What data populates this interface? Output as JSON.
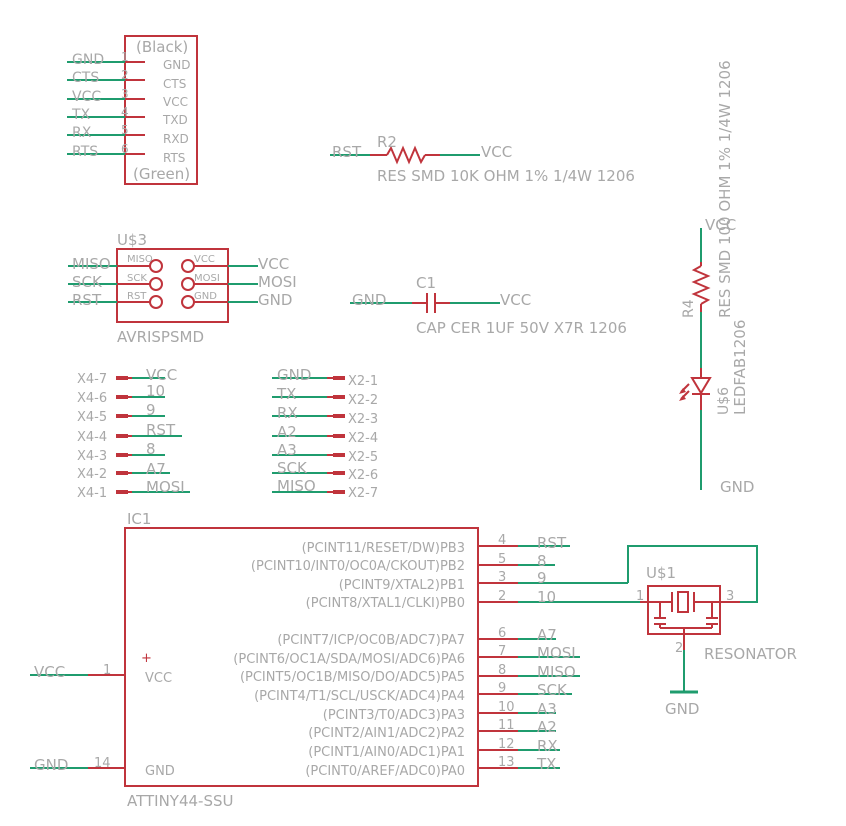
{
  "ftdi": {
    "top_label": "(Black)",
    "bottom_label": "(Green)",
    "pins": [
      {
        "net": "GND",
        "num": "1",
        "name": "GND"
      },
      {
        "net": "CTS",
        "num": "2",
        "name": "CTS"
      },
      {
        "net": "VCC",
        "num": "3",
        "name": "VCC"
      },
      {
        "net": "TX",
        "num": "4",
        "name": "TXD"
      },
      {
        "net": "RX",
        "num": "5",
        "name": "RXD"
      },
      {
        "net": "RTS",
        "num": "6",
        "name": "RTS"
      }
    ]
  },
  "r2": {
    "name": "R2",
    "value": "RES SMD 10K OHM 1% 1/4W 1206",
    "left_net": "RST",
    "right_net": "VCC"
  },
  "r4": {
    "name": "R4",
    "value": "RES SMD 100 OHM 1% 1/4W 1206",
    "top_net": "VCC"
  },
  "isp": {
    "name": "U$3",
    "value": "AVRISPSMD",
    "left_nets": [
      "MISO",
      "SCK",
      "RST"
    ],
    "right_nets": [
      "VCC",
      "MOSI",
      "GND"
    ],
    "left_pins": [
      "MISO",
      "SCK",
      "RST"
    ],
    "right_pins": [
      "VCC",
      "MOSI",
      "GND"
    ]
  },
  "c1": {
    "name": "C1",
    "value": "CAP CER 1UF 50V X7R 1206",
    "left_net": "GND",
    "right_net": "VCC"
  },
  "led": {
    "name": "U$6",
    "value": "LEDFAB1206",
    "bottom_net": "GND"
  },
  "x4": [
    {
      "label": "X4-7",
      "net": "VCC"
    },
    {
      "label": "X4-6",
      "net": "10"
    },
    {
      "label": "X4-5",
      "net": "9"
    },
    {
      "label": "X4-4",
      "net": "RST"
    },
    {
      "label": "X4-3",
      "net": "8"
    },
    {
      "label": "X4-2",
      "net": "A7"
    },
    {
      "label": "X4-1",
      "net": "MOSI"
    }
  ],
  "x2": [
    {
      "label": "X2-1",
      "net": "GND"
    },
    {
      "label": "X2-2",
      "net": "TX"
    },
    {
      "label": "X2-3",
      "net": "RX"
    },
    {
      "label": "X2-4",
      "net": "A2"
    },
    {
      "label": "X2-5",
      "net": "A3"
    },
    {
      "label": "X2-6",
      "net": "SCK"
    },
    {
      "label": "X2-7",
      "net": "MISO"
    }
  ],
  "ic1": {
    "name": "IC1",
    "value": "ATTINY44-SSU",
    "vcc_pin": {
      "net": "VCC",
      "num": "1",
      "name": "VCC"
    },
    "gnd_pin": {
      "net": "GND",
      "num": "14",
      "name": "GND"
    },
    "right_pins": [
      {
        "name": "(PCINT11/RESET/DW)PB3",
        "num": "4",
        "net": "RST"
      },
      {
        "name": "(PCINT10/INT0/OC0A/CKOUT)PB2",
        "num": "5",
        "net": "8"
      },
      {
        "name": "(PCINT9/XTAL2)PB1",
        "num": "3",
        "net": "9"
      },
      {
        "name": "(PCINT8/XTAL1/CLKI)PB0",
        "num": "2",
        "net": "10"
      },
      {
        "name": "(PCINT7/ICP/OC0B/ADC7)PA7",
        "num": "6",
        "net": "A7"
      },
      {
        "name": "(PCINT6/OC1A/SDA/MOSI/ADC6)PA6",
        "num": "7",
        "net": "MOSI"
      },
      {
        "name": "(PCINT5/OC1B/MISO/DO/ADC5)PA5",
        "num": "8",
        "net": "MISO"
      },
      {
        "name": "(PCINT4/T1/SCL/USCK/ADC4)PA4",
        "num": "9",
        "net": "SCK"
      },
      {
        "name": "(PCINT3/T0/ADC3)PA3",
        "num": "10",
        "net": "A3"
      },
      {
        "name": "(PCINT2/AIN1/ADC2)PA2",
        "num": "11",
        "net": "A2"
      },
      {
        "name": "(PCINT1/AIN0/ADC1)PA1",
        "num": "12",
        "net": "RX"
      },
      {
        "name": "(PCINT0/AREF/ADC0)PA0",
        "num": "13",
        "net": "TX"
      }
    ]
  },
  "resonator": {
    "name": "U$1",
    "value": "RESONATOR",
    "pin1": "1",
    "pin2": "2",
    "pin3": "3",
    "gnd_net": "GND"
  },
  "colors": {
    "wire": "#1f9c6e",
    "symbol": "#c0343c",
    "text": "#a8a8a8"
  }
}
